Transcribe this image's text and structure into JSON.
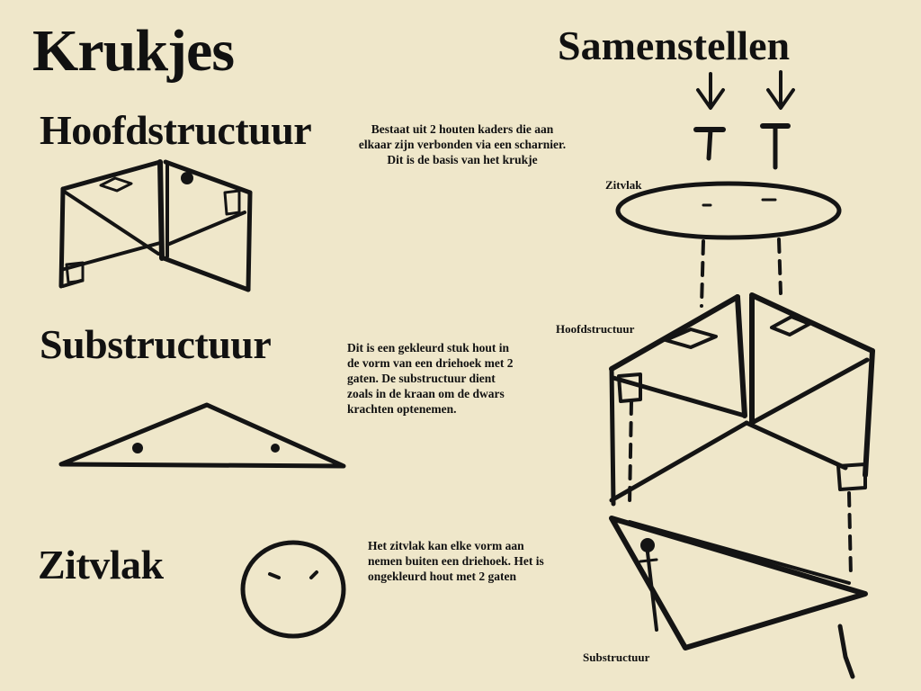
{
  "title": "Krukjes",
  "assembly_title": "Samenstellen",
  "sections": [
    {
      "heading": "Hoofdstructuur",
      "description": "Bestaat uit 2 houten kaders die aan elkaar zijn verbonden via een scharnier. Dit is de basis van het krukje"
    },
    {
      "heading": "Substructuur",
      "description": "Dit is een gekleurd stuk hout in de vorm van een driehoek met 2 gaten. De substructuur dient zoals in de kraan om de dwars krachten optenemen."
    },
    {
      "heading": "Zitvlak",
      "description": "Het zitvlak kan elke vorm aan nemen buiten een driehoek. Het is ongekleurd hout met 2 gaten"
    }
  ],
  "assembly_labels": {
    "seat": "Zitvlak",
    "main": "Hoofdstructuur",
    "sub": "Substructuur"
  }
}
